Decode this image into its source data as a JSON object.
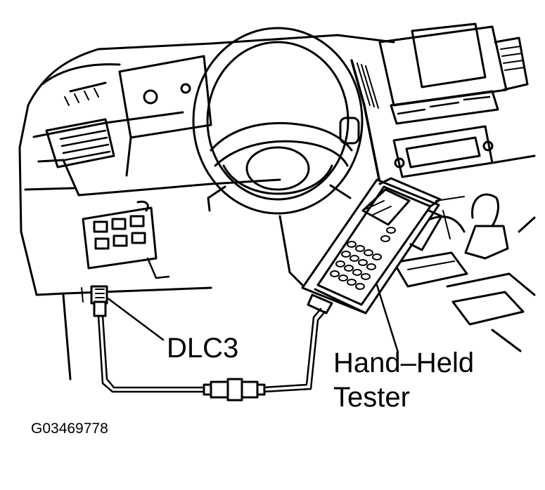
{
  "labels": {
    "connector": "DLC3",
    "tester_line1": "Hand–Held",
    "tester_line2": "Tester",
    "figure_code": "G03469778"
  },
  "colors": {
    "ink": "#000000",
    "paper": "#ffffff"
  }
}
